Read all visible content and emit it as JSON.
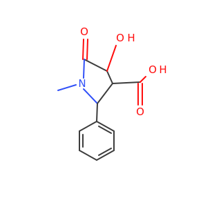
{
  "molecule": {
    "atoms": {
      "hydroxyl": {
        "text": "O",
        "color": "#ff0d0d"
      },
      "hydroxyl_h": {
        "text": "H",
        "color": "#ff0d0d"
      },
      "carbonyl_o": {
        "text": "O",
        "color": "#ff0d0d"
      },
      "acid_oh": {
        "text": "O",
        "color": "#ff0d0d"
      },
      "acid_h": {
        "text": "H",
        "color": "#ff0d0d"
      },
      "acid_o": {
        "text": "O",
        "color": "#ff0d0d"
      },
      "nitrogen": {
        "text": "N",
        "color": "#3050f8"
      }
    },
    "colors": {
      "bond": "#3c3c3c",
      "oxygen": "#ff0d0d",
      "nitrogen": "#3050f8",
      "background": "#ffffff"
    }
  }
}
